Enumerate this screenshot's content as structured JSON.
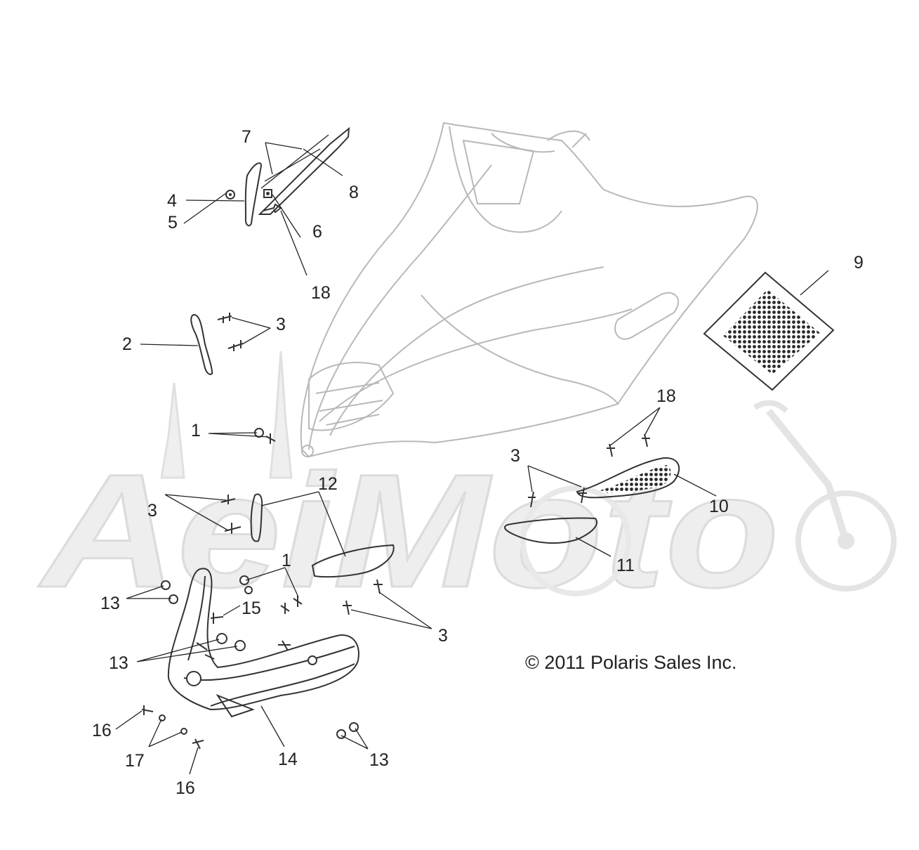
{
  "watermark": {
    "text": "AeiMoto"
  },
  "copyright": "© 2011 Polaris Sales Inc.",
  "callouts": {
    "c7": "7",
    "c8": "8",
    "c5": "5",
    "c6": "6",
    "c4": "4",
    "c18a": "18",
    "c3a": "3",
    "c2": "2",
    "c9": "9",
    "c18b": "18",
    "c1a": "1",
    "c3b": "3",
    "c10": "10",
    "c12": "12",
    "c3c": "3",
    "c11": "11",
    "c1b": "1",
    "c13a": "13",
    "c15": "15",
    "c3d": "3",
    "c13b": "13",
    "c16a": "16",
    "c17": "17",
    "c14": "14",
    "c13c": "13",
    "c16b": "16"
  }
}
